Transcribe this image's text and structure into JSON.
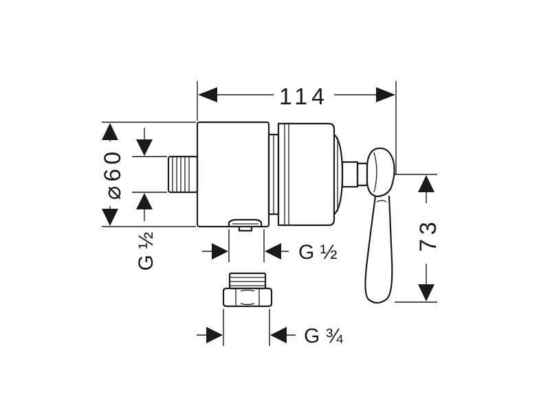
{
  "dimensions": {
    "width_total": "114",
    "diameter": "⌀60",
    "height_lever": "73",
    "thread_inlet_left": "G ½",
    "thread_outlet_bottom": "G ½",
    "thread_adapter": "G ¾"
  }
}
